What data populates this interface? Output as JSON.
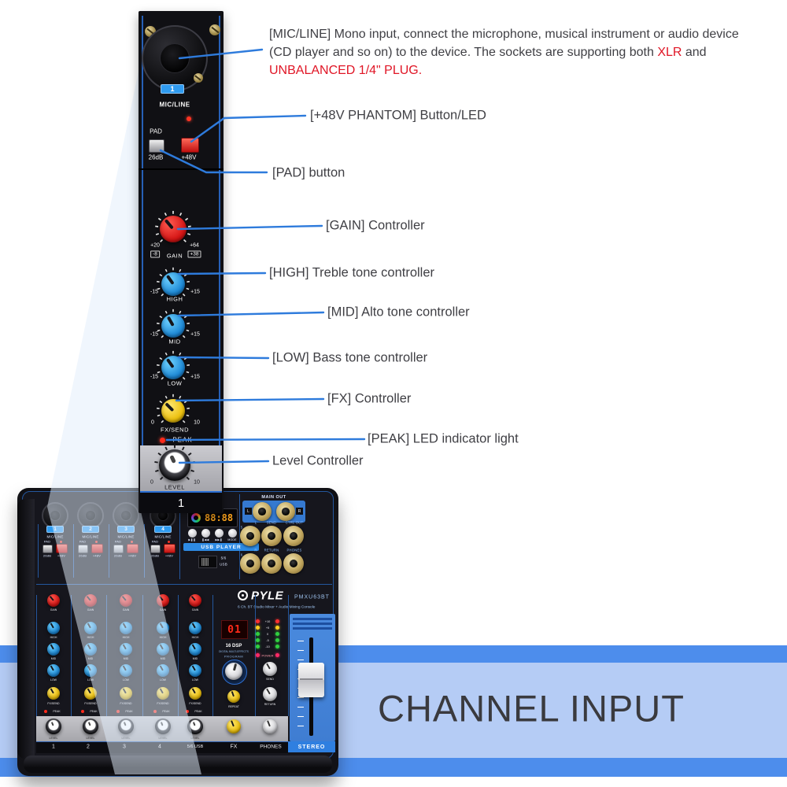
{
  "intro": {
    "line1": "[MIC/LINE] Mono input, connect the microphone, musical instrument or audio device",
    "line2_pre": "(CD player and so on) to the device. The sockets are supporting both ",
    "line2_red": "XLR",
    "line2_post": " and",
    "line3_red": "UNBALANCED 1/4\" PLUG."
  },
  "callouts": {
    "phantom": "[+48V PHANTOM] Button/LED",
    "pad": "[PAD] button",
    "gain": "[GAIN] Controller",
    "high": "[HIGH] Treble tone controller",
    "mid": "[MID] Alto tone controller",
    "low": "[LOW] Bass tone controller",
    "fx": "[FX] Controller",
    "peak": "[PEAK] LED indicator light",
    "level": "Level Controller"
  },
  "strip": {
    "channel_badge": "1",
    "mic_line": "MIC/LINE",
    "pad_label": "PAD",
    "pad_db": "26dB",
    "phantom_label": "+48V",
    "gain": {
      "left_top": "+20",
      "left_box": "-8",
      "label": "GAIN",
      "right_top": "+64",
      "right_box": "+38"
    },
    "high": {
      "min": "-15",
      "max": "+15",
      "label": "HIGH"
    },
    "mid": {
      "min": "-15",
      "max": "+15",
      "label": "MID"
    },
    "low": {
      "min": "-15",
      "max": "+15",
      "label": "LOW"
    },
    "fx": {
      "min": "0",
      "max": "10",
      "label": "FX/SEND"
    },
    "peak_label": "PEAK",
    "level": {
      "min": "0",
      "max": "10",
      "label": "LEVEL"
    },
    "footer": "1"
  },
  "mixer": {
    "channels": [
      {
        "badge": "1",
        "mic_line": "MIC/LINE",
        "pad": "PAD",
        "pad_db": "26dB",
        "phantom": "+48V"
      },
      {
        "badge": "2",
        "mic_line": "MIC/LINE",
        "pad": "PAD",
        "pad_db": "26dB",
        "phantom": "+48V"
      },
      {
        "badge": "3",
        "mic_line": "MIC/LINE",
        "pad": "PAD",
        "pad_db": "26dB",
        "phantom": "+48V"
      },
      {
        "badge": "4",
        "mic_line": "MIC/LINE",
        "pad": "PAD",
        "pad_db": "26dB",
        "phantom": "+48V"
      }
    ],
    "usb": {
      "display": "88:88",
      "buttons": [
        "▶❚❚",
        "❚◀◀",
        "▶▶❚",
        "MODE"
      ],
      "player_label": "USB PLAYER",
      "switch_labels": [
        "5/6",
        "USB"
      ]
    },
    "main_out": {
      "label": "MAIN OUT",
      "left": "L",
      "right": "R"
    },
    "io": {
      "row1": [
        "L",
        "SEND",
        "CTRL OUT"
      ],
      "row2": [
        "R",
        "RETURN",
        "PHONES"
      ],
      "side_markers": [
        "5",
        "6"
      ]
    },
    "brand": {
      "name": "PYLE",
      "model": "PMXU63BT",
      "tagline": "6 Ch. BT Studio Mixer + Audio Mixing Console"
    },
    "fx_section": {
      "display": "01",
      "dsp1": "16 DSP",
      "dsp2": "DIGITAL MULTI-EFFECTS",
      "dsp3": "PROGRAM",
      "repeat": "REPEAT"
    },
    "meter": {
      "labels": [
        "+10",
        "+5",
        "0",
        "-5",
        "-10"
      ],
      "power": "POWER"
    },
    "phones_col": {
      "send": "SEND",
      "return": "RETURN"
    },
    "fader": {
      "stereo": "STEREO"
    },
    "knob_labels": {
      "gain": "GAIN",
      "high": "HIGH",
      "mid": "MID",
      "low": "LOW",
      "fx": "FX/SEND",
      "peak": "PEAK",
      "level": "LEVEL"
    },
    "bottom_labels": [
      "1",
      "2",
      "3",
      "4",
      "5/6 USB",
      "FX",
      "PHONES"
    ]
  },
  "banner": {
    "title": "CHANNEL INPUT"
  },
  "colors": {
    "callout_line": "#2e7bdc",
    "red_text": "#e01525",
    "banner_stripe": "#4d8dec",
    "banner_band": "#b5ccf5",
    "badge_blue": "#2f9bf0",
    "knob_blue": "#1f8ad6",
    "knob_red": "#d41414",
    "knob_yellow": "#ecc00e"
  }
}
